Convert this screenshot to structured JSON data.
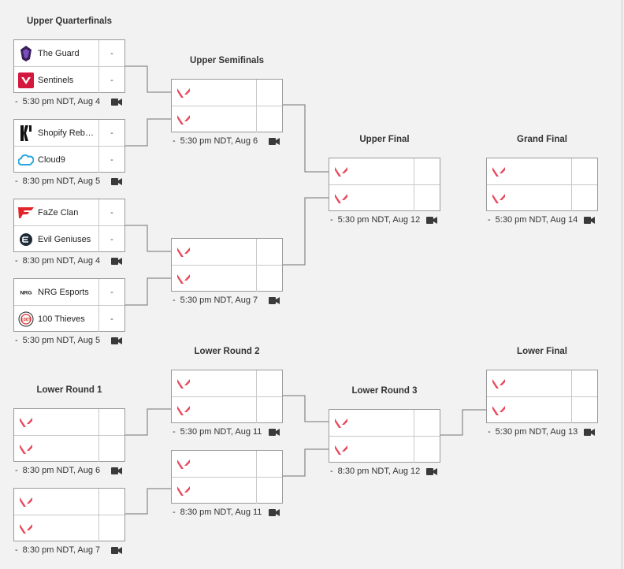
{
  "rounds": {
    "upper_qf": "Upper Quarterfinals",
    "upper_sf": "Upper Semifinals",
    "upper_final": "Upper Final",
    "grand_final": "Grand Final",
    "lower_r1": "Lower Round 1",
    "lower_r2": "Lower Round 2",
    "lower_r3": "Lower Round 3",
    "lower_final": "Lower Final"
  },
  "matches": {
    "uqf1": {
      "team1": "The Guard",
      "score1": "-",
      "team2": "Sentinels",
      "score2": "-",
      "dash": "-",
      "time": "5:30 pm NDT, Aug 4"
    },
    "uqf2": {
      "team1": "Shopify Rebel…",
      "score1": "-",
      "team2": "Cloud9",
      "score2": "-",
      "dash": "-",
      "time": "8:30 pm NDT, Aug 5"
    },
    "uqf3": {
      "team1": "FaZe Clan",
      "score1": "-",
      "team2": "Evil Geniuses",
      "score2": "-",
      "dash": "-",
      "time": "8:30 pm NDT, Aug 4"
    },
    "uqf4": {
      "team1": "NRG Esports",
      "score1": "-",
      "team2": "100 Thieves",
      "score2": "-",
      "dash": "-",
      "time": "5:30 pm NDT, Aug 5"
    },
    "usf1": {
      "dash": "-",
      "time": "5:30 pm NDT, Aug 6"
    },
    "usf2": {
      "dash": "-",
      "time": "5:30 pm NDT, Aug 7"
    },
    "uf": {
      "dash": "-",
      "time": "5:30 pm NDT, Aug 12"
    },
    "gf": {
      "dash": "-",
      "time": "5:30 pm NDT, Aug 14"
    },
    "lr1a": {
      "dash": "-",
      "time": "8:30 pm NDT, Aug 6"
    },
    "lr1b": {
      "dash": "-",
      "time": "8:30 pm NDT, Aug 7"
    },
    "lr2a": {
      "dash": "-",
      "time": "5:30 pm NDT, Aug 11"
    },
    "lr2b": {
      "dash": "-",
      "time": "8:30 pm NDT, Aug 11"
    },
    "lr3": {
      "dash": "-",
      "time": "8:30 pm NDT, Aug 12"
    },
    "lf": {
      "dash": "-",
      "time": "5:30 pm NDT, Aug 13"
    }
  },
  "icons": {
    "placeholder": "valorant-logo-icon",
    "stream": "video-camera-icon"
  },
  "colors": {
    "valorant_red": "#e8495b",
    "line": "#8c8c8c"
  }
}
